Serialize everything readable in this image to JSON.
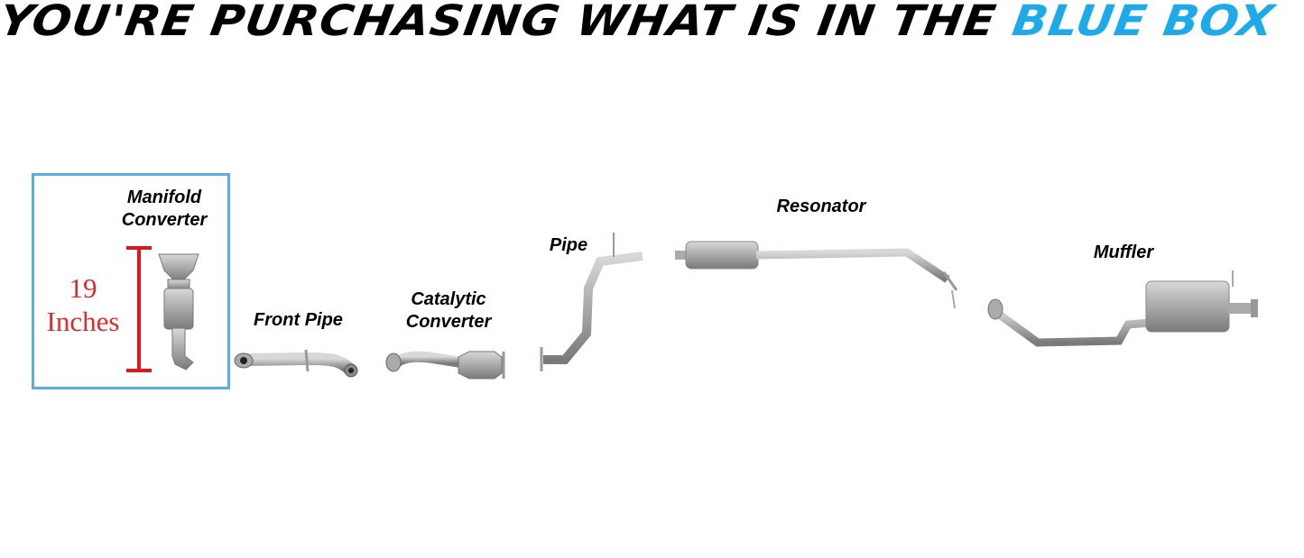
{
  "header": {
    "title_prefix": "YOU'RE PURCHASING WHAT IS IN THE",
    "title_highlight": "BLUE BOX"
  },
  "highlight_color": "#1eaaea",
  "measurement": {
    "value": "19",
    "unit": "Inches"
  },
  "parts": [
    {
      "line1": "Manifold",
      "line2": "Converter"
    },
    {
      "line1": "Front Pipe"
    },
    {
      "line1": "Catalytic",
      "line2": "Converter"
    },
    {
      "line1": "Pipe"
    },
    {
      "line1": "Resonator"
    },
    {
      "line1": "Muffler"
    }
  ]
}
